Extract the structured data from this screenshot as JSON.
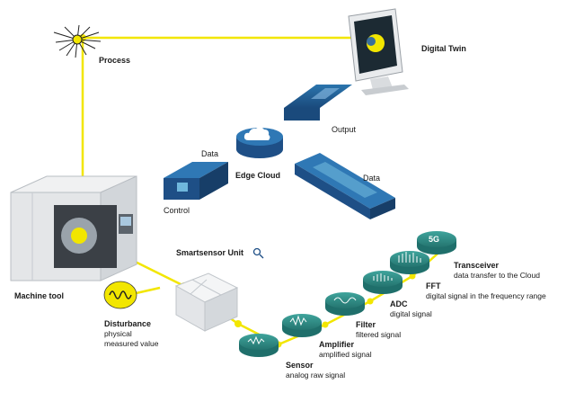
{
  "labels": {
    "process": "Process",
    "digital_twin": "Digital Twin",
    "edge_cloud": "Edge Cloud",
    "output": "Output",
    "data_left": "Data",
    "data_right": "Data",
    "control": "Control",
    "machine_tool": "Machine tool",
    "smartsensor_unit": "Smartsensor Unit",
    "disturbance": "Disturbance",
    "disturbance_sub1": "physical",
    "disturbance_sub2": "measured value",
    "sensor": "Sensor",
    "sensor_sub": "analog raw signal",
    "amplifier": "Amplifier",
    "amplifier_sub": "amplified signal",
    "filter": "Filter",
    "filter_sub": "filtered signal",
    "adc": "ADC",
    "adc_sub": "digital signal",
    "fft": "FFT",
    "fft_sub": "digital signal in the frequency range",
    "transceiver": "Transceiver",
    "transceiver_sub": "data transfer to the Cloud",
    "fiveg": "5G"
  },
  "colors": {
    "yellow": "#f2e600",
    "teal": "#2f8f8a",
    "teal_dark": "#1f6f6b",
    "navy": "#1e4f86",
    "grey": "#e6e8ea"
  }
}
